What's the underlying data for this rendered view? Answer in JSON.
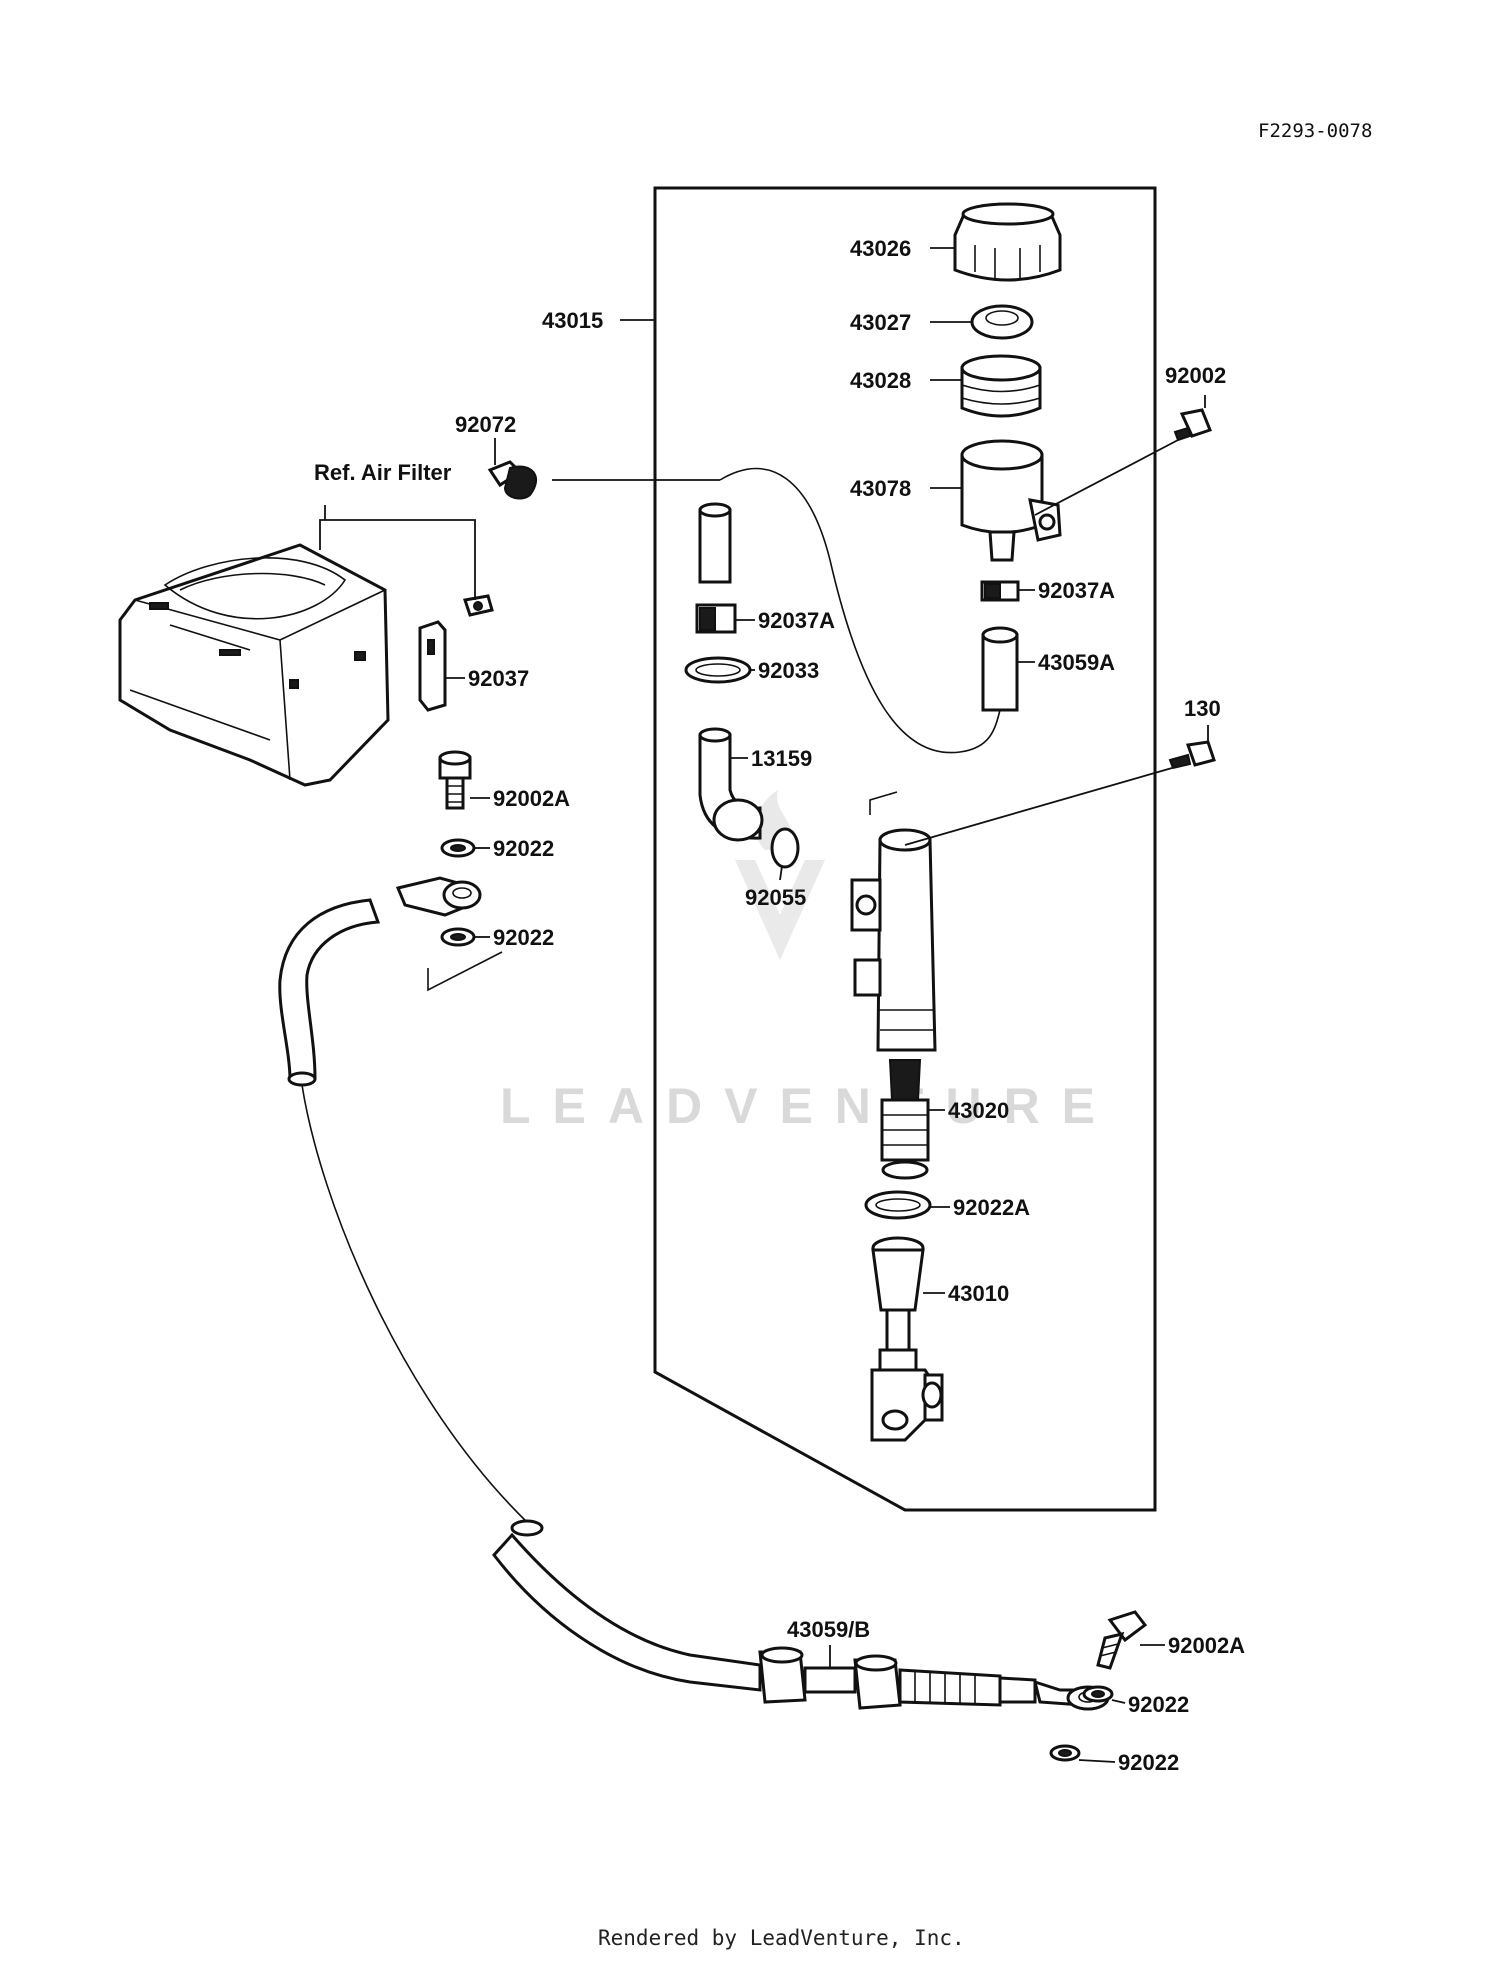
{
  "diagram_code": "F2293-0078",
  "reference": "Ref. Air Filter",
  "watermark": "LEADVENTURE",
  "footer": "Rendered by LeadVenture, Inc.",
  "callouts": {
    "c43026": "43026",
    "c43027": "43027",
    "c43028": "43028",
    "c43078": "43078",
    "c43015": "43015",
    "c92002": "92002",
    "c92072": "92072",
    "c92037A_right": "92037A",
    "c92037A_left": "92037A",
    "c92033": "92033",
    "c43059A": "43059A",
    "c92037": "92037",
    "c130": "130",
    "c13159": "13159",
    "c92002A_top": "92002A",
    "c92022_a": "92022",
    "c92055": "92055",
    "c92022_b": "92022",
    "c43020": "43020",
    "c92022A": "92022A",
    "c43010": "43010",
    "c43059B": "43059/B",
    "c92002A_bottom": "92002A",
    "c92022_c": "92022",
    "c92022_d": "92022"
  }
}
